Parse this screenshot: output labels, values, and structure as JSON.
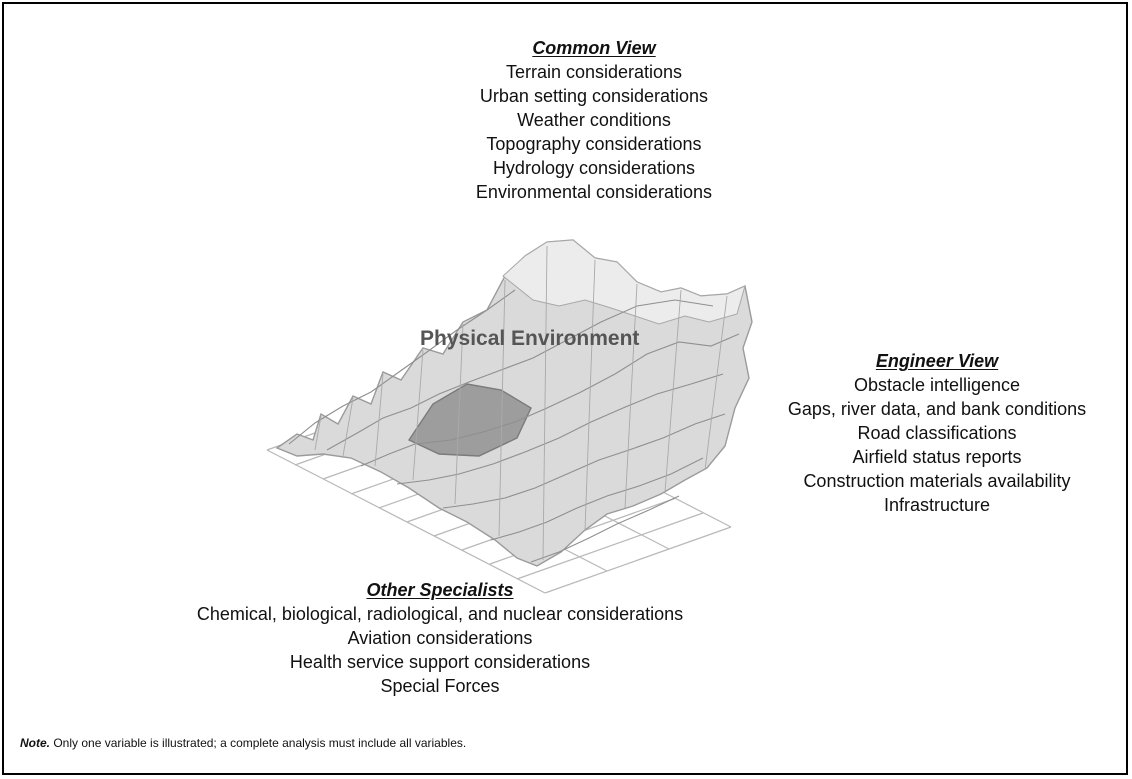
{
  "common_view": {
    "heading": "Common View",
    "items": [
      "Terrain considerations",
      "Urban setting considerations",
      "Weather conditions",
      "Topography considerations",
      "Hydrology considerations",
      "Environmental considerations"
    ]
  },
  "terrain": {
    "label": "Physical Environment",
    "icon": "terrain-mesh-illustration"
  },
  "engineer_view": {
    "heading": "Engineer View",
    "items": [
      "Obstacle intelligence",
      "Gaps, river data, and bank conditions",
      "Road classifications",
      "Airfield status reports",
      "Construction materials availability",
      "Infrastructure"
    ]
  },
  "other_specialists": {
    "heading": "Other Specialists",
    "items": [
      "Chemical, biological, radiological, and nuclear considerations",
      "Aviation considerations",
      "Health service support considerations",
      "Special Forces"
    ]
  },
  "note": {
    "label": "Note.",
    "text": " Only one variable is illustrated; a complete analysis must include all variables."
  }
}
